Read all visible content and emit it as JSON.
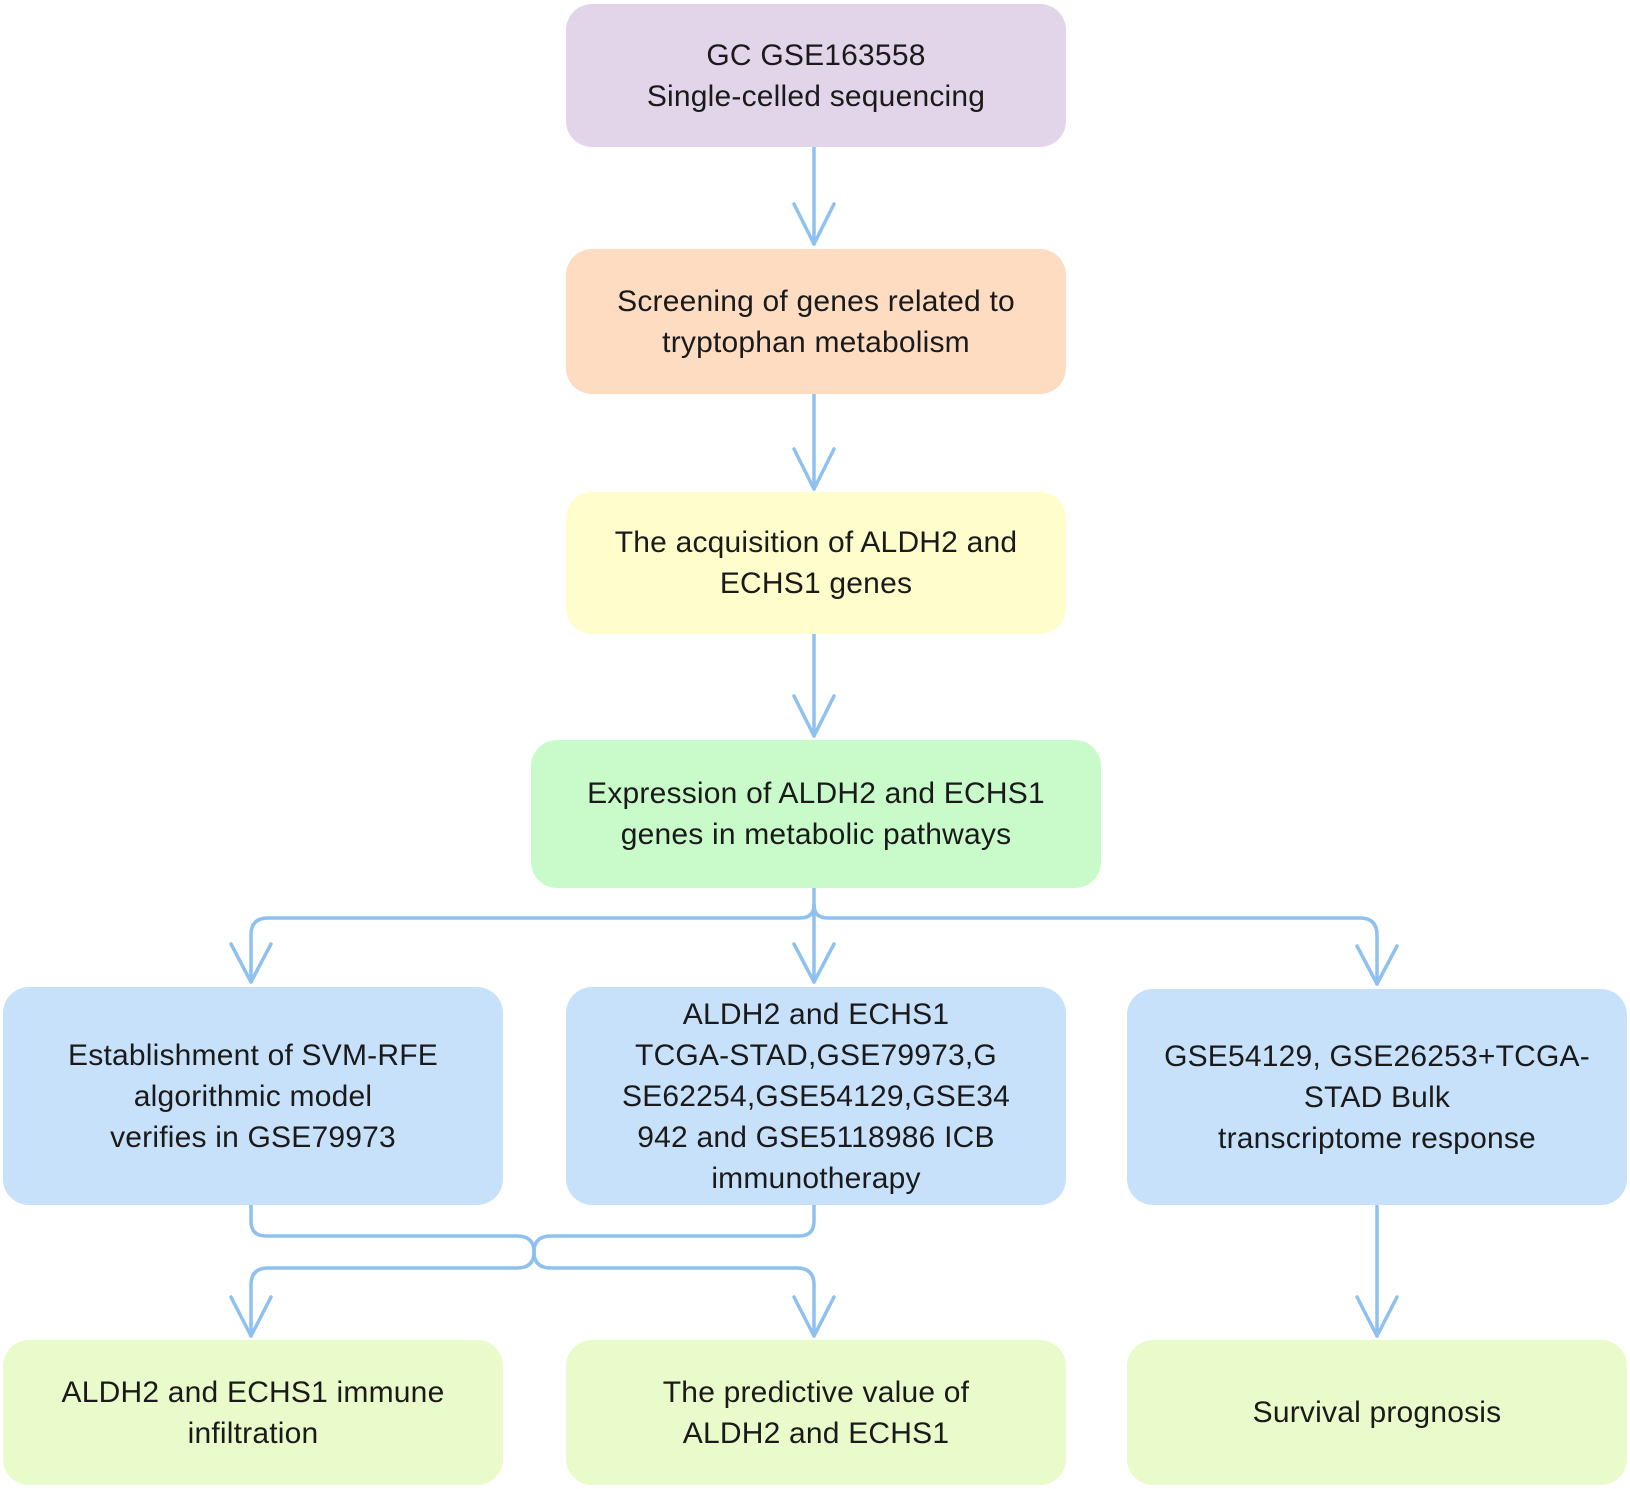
{
  "nodes": {
    "gc_sequencing": {
      "lines": [
        "GC GSE163558",
        "Single-celled sequencing"
      ]
    },
    "screening": {
      "lines": [
        "Screening of genes related to",
        "tryptophan metabolism"
      ]
    },
    "acquisition": {
      "lines": [
        "The acquisition of ALDH2 and",
        "ECHS1 genes"
      ]
    },
    "expression": {
      "lines": [
        "Expression of ALDH2 and ECHS1",
        "genes in metabolic pathways"
      ]
    },
    "svm_rfe": {
      "lines": [
        "Establishment of SVM-RFE",
        "algorithmic model",
        "verifies  in GSE79973"
      ]
    },
    "validation_sets": {
      "lines": [
        "ALDH2 and ECHS1",
        "TCGA-STAD,GSE79973,G",
        "SE62254,GSE54129,GSE34",
        "942 and GSE5118986 ICB",
        "immunotherapy"
      ]
    },
    "bulk_transcriptome": {
      "lines": [
        "GSE54129, GSE26253+TCGA-",
        "STAD Bulk",
        "transcriptome response"
      ]
    },
    "immune_infiltration": {
      "lines": [
        "ALDH2 and ECHS1 immune",
        "infiltration"
      ]
    },
    "predictive_value": {
      "lines": [
        "The predictive value of",
        "ALDH2 and ECHS1"
      ]
    },
    "survival": {
      "lines": [
        "Survival prognosis"
      ]
    }
  },
  "edges": [
    {
      "from": "gc_sequencing",
      "to": "screening"
    },
    {
      "from": "screening",
      "to": "acquisition"
    },
    {
      "from": "acquisition",
      "to": "expression"
    },
    {
      "from": "expression",
      "to": "svm_rfe"
    },
    {
      "from": "expression",
      "to": "validation_sets"
    },
    {
      "from": "expression",
      "to": "bulk_transcriptome"
    },
    {
      "from": "svm_rfe",
      "to": "immune_infiltration"
    },
    {
      "from": "svm_rfe",
      "to": "predictive_value"
    },
    {
      "from": "validation_sets",
      "to": "immune_infiltration"
    },
    {
      "from": "validation_sets",
      "to": "predictive_value"
    },
    {
      "from": "bulk_transcriptome",
      "to": "survival"
    }
  ],
  "colors": {
    "arrow": "#8ec1ef",
    "purple": "#e2d4e9",
    "orange": "#fddcc2",
    "yellow": "#fefdcb",
    "green": "#c9fbca",
    "blue": "#c8e1fb",
    "lime": "#e9fbca"
  }
}
